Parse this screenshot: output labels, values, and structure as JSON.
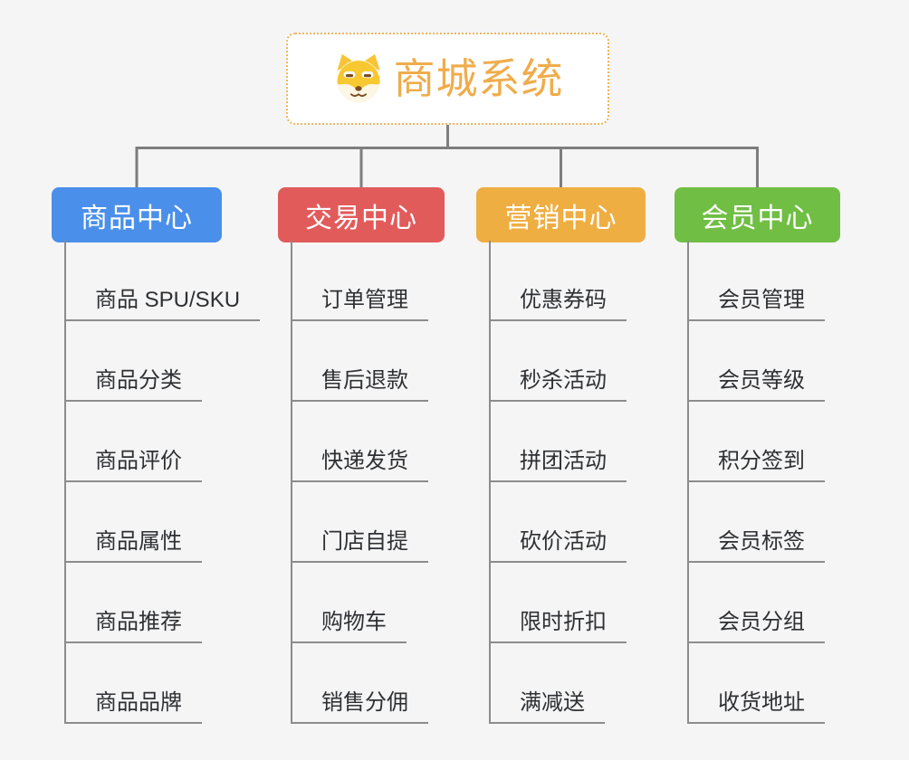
{
  "root": {
    "title": "商城系统",
    "icon": "doge-icon",
    "title_color": "#F0AC4B",
    "border_color": "#EDB45F"
  },
  "branches": [
    {
      "label": "商品中心",
      "color": "#4A8FE9",
      "children": [
        "商品 SPU/SKU",
        "商品分类",
        "商品评价",
        "商品属性",
        "商品推荐",
        "商品品牌"
      ]
    },
    {
      "label": "交易中心",
      "color": "#E25B5B",
      "children": [
        "订单管理",
        "售后退款",
        "快递发货",
        "门店自提",
        "购物车",
        "销售分佣"
      ]
    },
    {
      "label": "营销中心",
      "color": "#EFAE42",
      "children": [
        "优惠券码",
        "秒杀活动",
        "拼团活动",
        "砍价活动",
        "限时折扣",
        "满减送"
      ]
    },
    {
      "label": "会员中心",
      "color": "#70BE44",
      "children": [
        "会员管理",
        "会员等级",
        "积分签到",
        "会员标签",
        "会员分组",
        "收货地址"
      ]
    }
  ],
  "colors": {
    "background": "#F5F5F5",
    "connector": "#7D7D7D",
    "underline": "#8C8C8C",
    "leaf_text": "#2E3033"
  }
}
